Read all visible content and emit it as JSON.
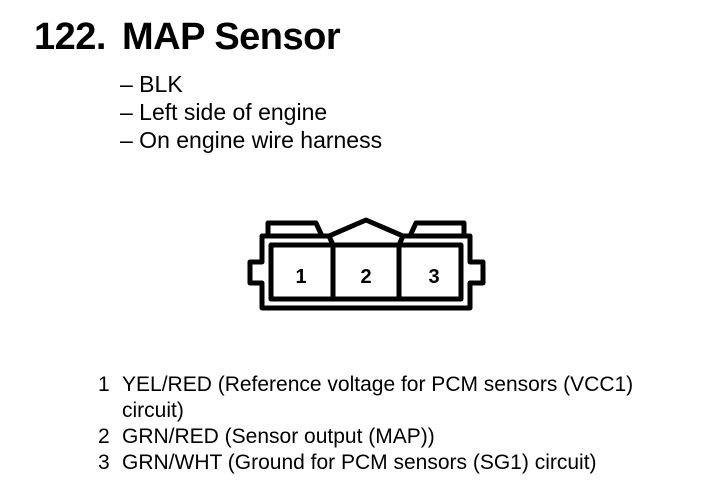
{
  "title": {
    "number": "122.",
    "text": "MAP Sensor"
  },
  "specs": [
    "– BLK",
    "– Left side of engine",
    "– On engine wire harness"
  ],
  "connector": {
    "terminals": [
      "1",
      "2",
      "3"
    ]
  },
  "pins": [
    {
      "number": "1",
      "description": "YEL/RED (Reference voltage for PCM sensors (VCC1) circuit)"
    },
    {
      "number": "2",
      "description": "GRN/RED (Sensor output (MAP))"
    },
    {
      "number": "3",
      "description": "GRN/WHT (Ground for PCM sensors (SG1) circuit)"
    }
  ]
}
